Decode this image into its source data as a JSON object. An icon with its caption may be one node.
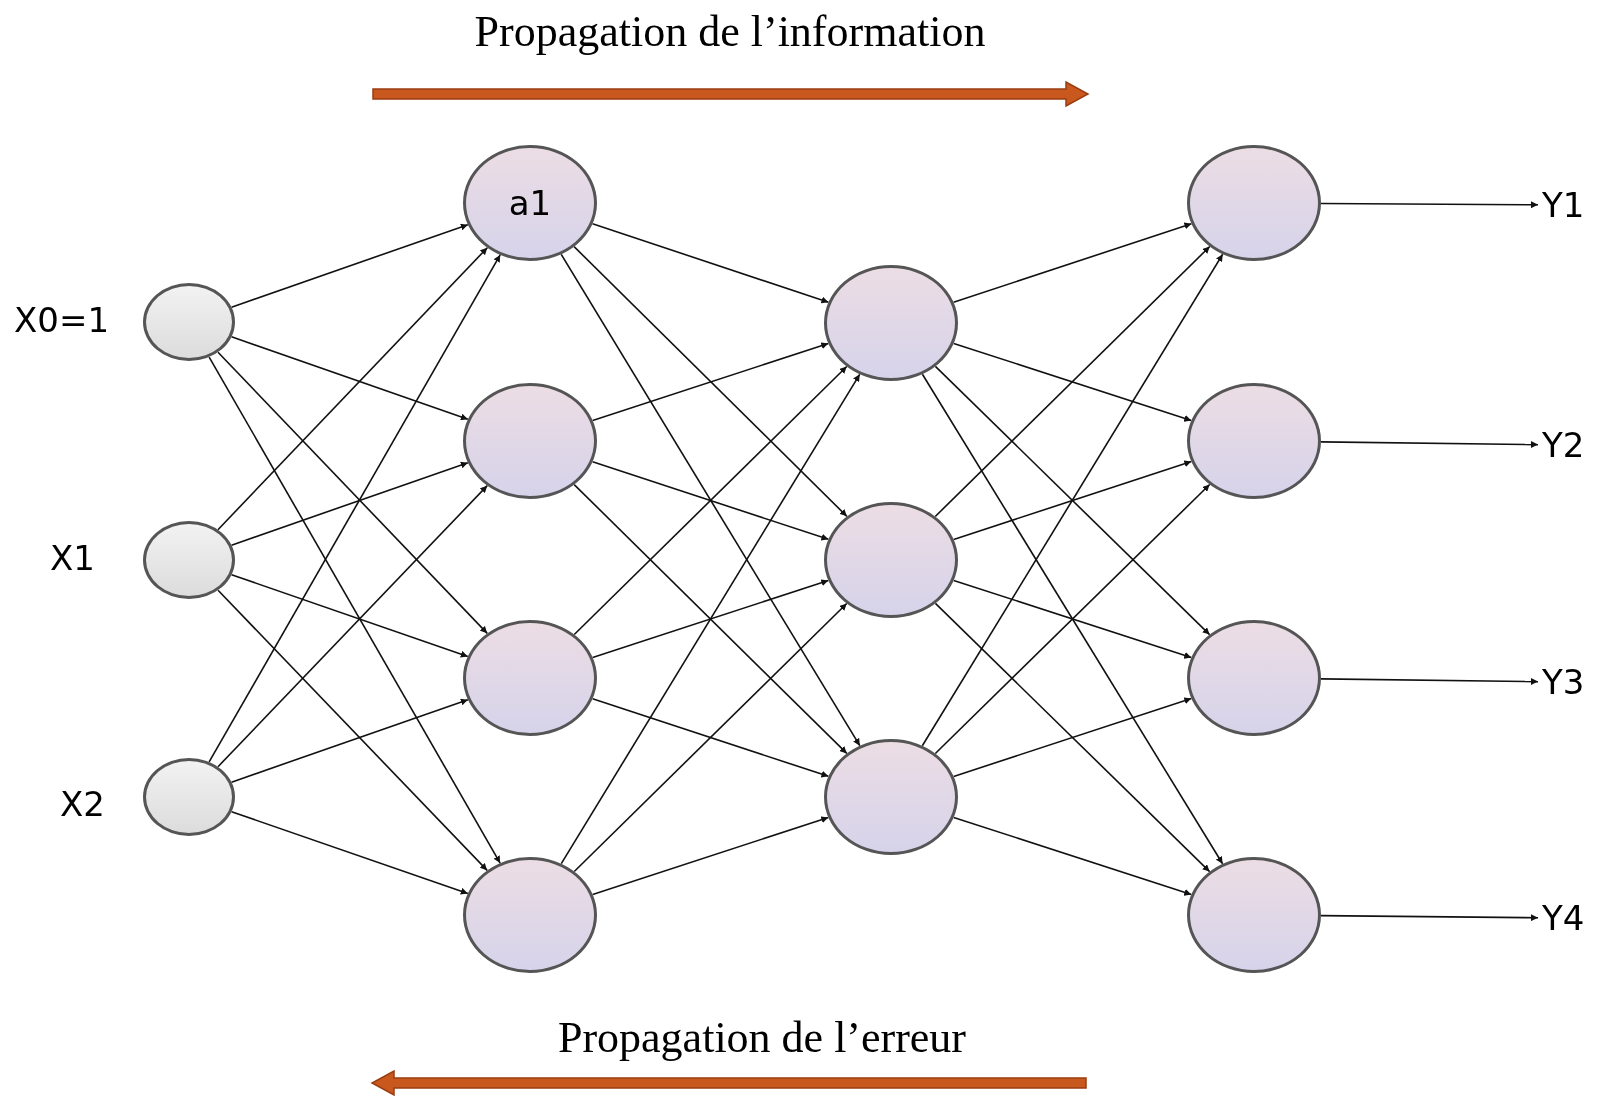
{
  "diagram": {
    "nodes": [
      {
        "text": [],
        "shape": "circle",
        "beside": [
          "X0=1"
        ]
      },
      {
        "text": [],
        "shape": "circle",
        "beside": [
          "X1"
        ]
      },
      {
        "text": [],
        "shape": "circle",
        "beside": [
          "X2"
        ]
      },
      {
        "text": [
          "a1"
        ]
      },
      {
        "text": [],
        "shape": "circle"
      },
      {
        "text": [],
        "shape": "circle"
      },
      {
        "text": [],
        "shape": "circle"
      },
      {
        "text": [],
        "shape": "circle"
      },
      {
        "text": [],
        "shape": "circle"
      },
      {
        "text": [],
        "shape": "circle"
      },
      {
        "text": [],
        "shape": "circle"
      },
      {
        "text": [],
        "shape": "circle"
      },
      {
        "text": [],
        "shape": "circle"
      },
      {
        "text": [],
        "shape": "circle"
      },
      {
        "text": [
          "Y1"
        ]
      },
      {
        "text": [
          "Y2"
        ]
      },
      {
        "text": [
          "Y3"
        ]
      },
      {
        "text": [
          "Y4"
        ]
      }
    ],
    "edges": [
      {
        "from": 0,
        "to": 3,
        "arrow": "to"
      },
      {
        "from": 0,
        "to": 4,
        "arrow": "to"
      },
      {
        "from": 0,
        "to": 5,
        "arrow": "to"
      },
      {
        "from": 0,
        "to": 6,
        "arrow": "to"
      },
      {
        "from": 1,
        "to": 3,
        "arrow": "to"
      },
      {
        "from": 1,
        "to": 4,
        "arrow": "to"
      },
      {
        "from": 1,
        "to": 5,
        "arrow": "to"
      },
      {
        "from": 1,
        "to": 6,
        "arrow": "to"
      },
      {
        "from": 2,
        "to": 3,
        "arrow": "to"
      },
      {
        "from": 2,
        "to": 4,
        "arrow": "to"
      },
      {
        "from": 2,
        "to": 5,
        "arrow": "to"
      },
      {
        "from": 2,
        "to": 6,
        "arrow": "to"
      },
      {
        "from": 3,
        "to": 7,
        "arrow": "to"
      },
      {
        "from": 3,
        "to": 8,
        "arrow": "to"
      },
      {
        "from": 3,
        "to": 9,
        "arrow": "to"
      },
      {
        "from": 4,
        "to": 7,
        "arrow": "to"
      },
      {
        "from": 4,
        "to": 8,
        "arrow": "to"
      },
      {
        "from": 4,
        "to": 9,
        "arrow": "to"
      },
      {
        "from": 5,
        "to": 7,
        "arrow": "to"
      },
      {
        "from": 5,
        "to": 8,
        "arrow": "to"
      },
      {
        "from": 5,
        "to": 9,
        "arrow": "to"
      },
      {
        "from": 6,
        "to": 7,
        "arrow": "to"
      },
      {
        "from": 6,
        "to": 8,
        "arrow": "to"
      },
      {
        "from": 6,
        "to": 9,
        "arrow": "to"
      },
      {
        "from": 7,
        "to": 10,
        "arrow": "to"
      },
      {
        "from": 7,
        "to": 11,
        "arrow": "to"
      },
      {
        "from": 7,
        "to": 12,
        "arrow": "to"
      },
      {
        "from": 7,
        "to": 13,
        "arrow": "to"
      },
      {
        "from": 8,
        "to": 10,
        "arrow": "to"
      },
      {
        "from": 8,
        "to": 11,
        "arrow": "to"
      },
      {
        "from": 8,
        "to": 12,
        "arrow": "to"
      },
      {
        "from": 8,
        "to": 13,
        "arrow": "to"
      },
      {
        "from": 9,
        "to": 10,
        "arrow": "to"
      },
      {
        "from": 9,
        "to": 11,
        "arrow": "to"
      },
      {
        "from": 9,
        "to": 12,
        "arrow": "to"
      },
      {
        "from": 9,
        "to": 13,
        "arrow": "to"
      },
      {
        "from": 10,
        "to": 14,
        "arrow": "to"
      },
      {
        "from": 11,
        "to": 15,
        "arrow": "to"
      },
      {
        "from": 12,
        "to": 16,
        "arrow": "to"
      },
      {
        "from": 13,
        "to": 17,
        "arrow": "to"
      }
    ],
    "labels": [
      "Propagation de l’information",
      "Propagation de l’erreur"
    ]
  }
}
